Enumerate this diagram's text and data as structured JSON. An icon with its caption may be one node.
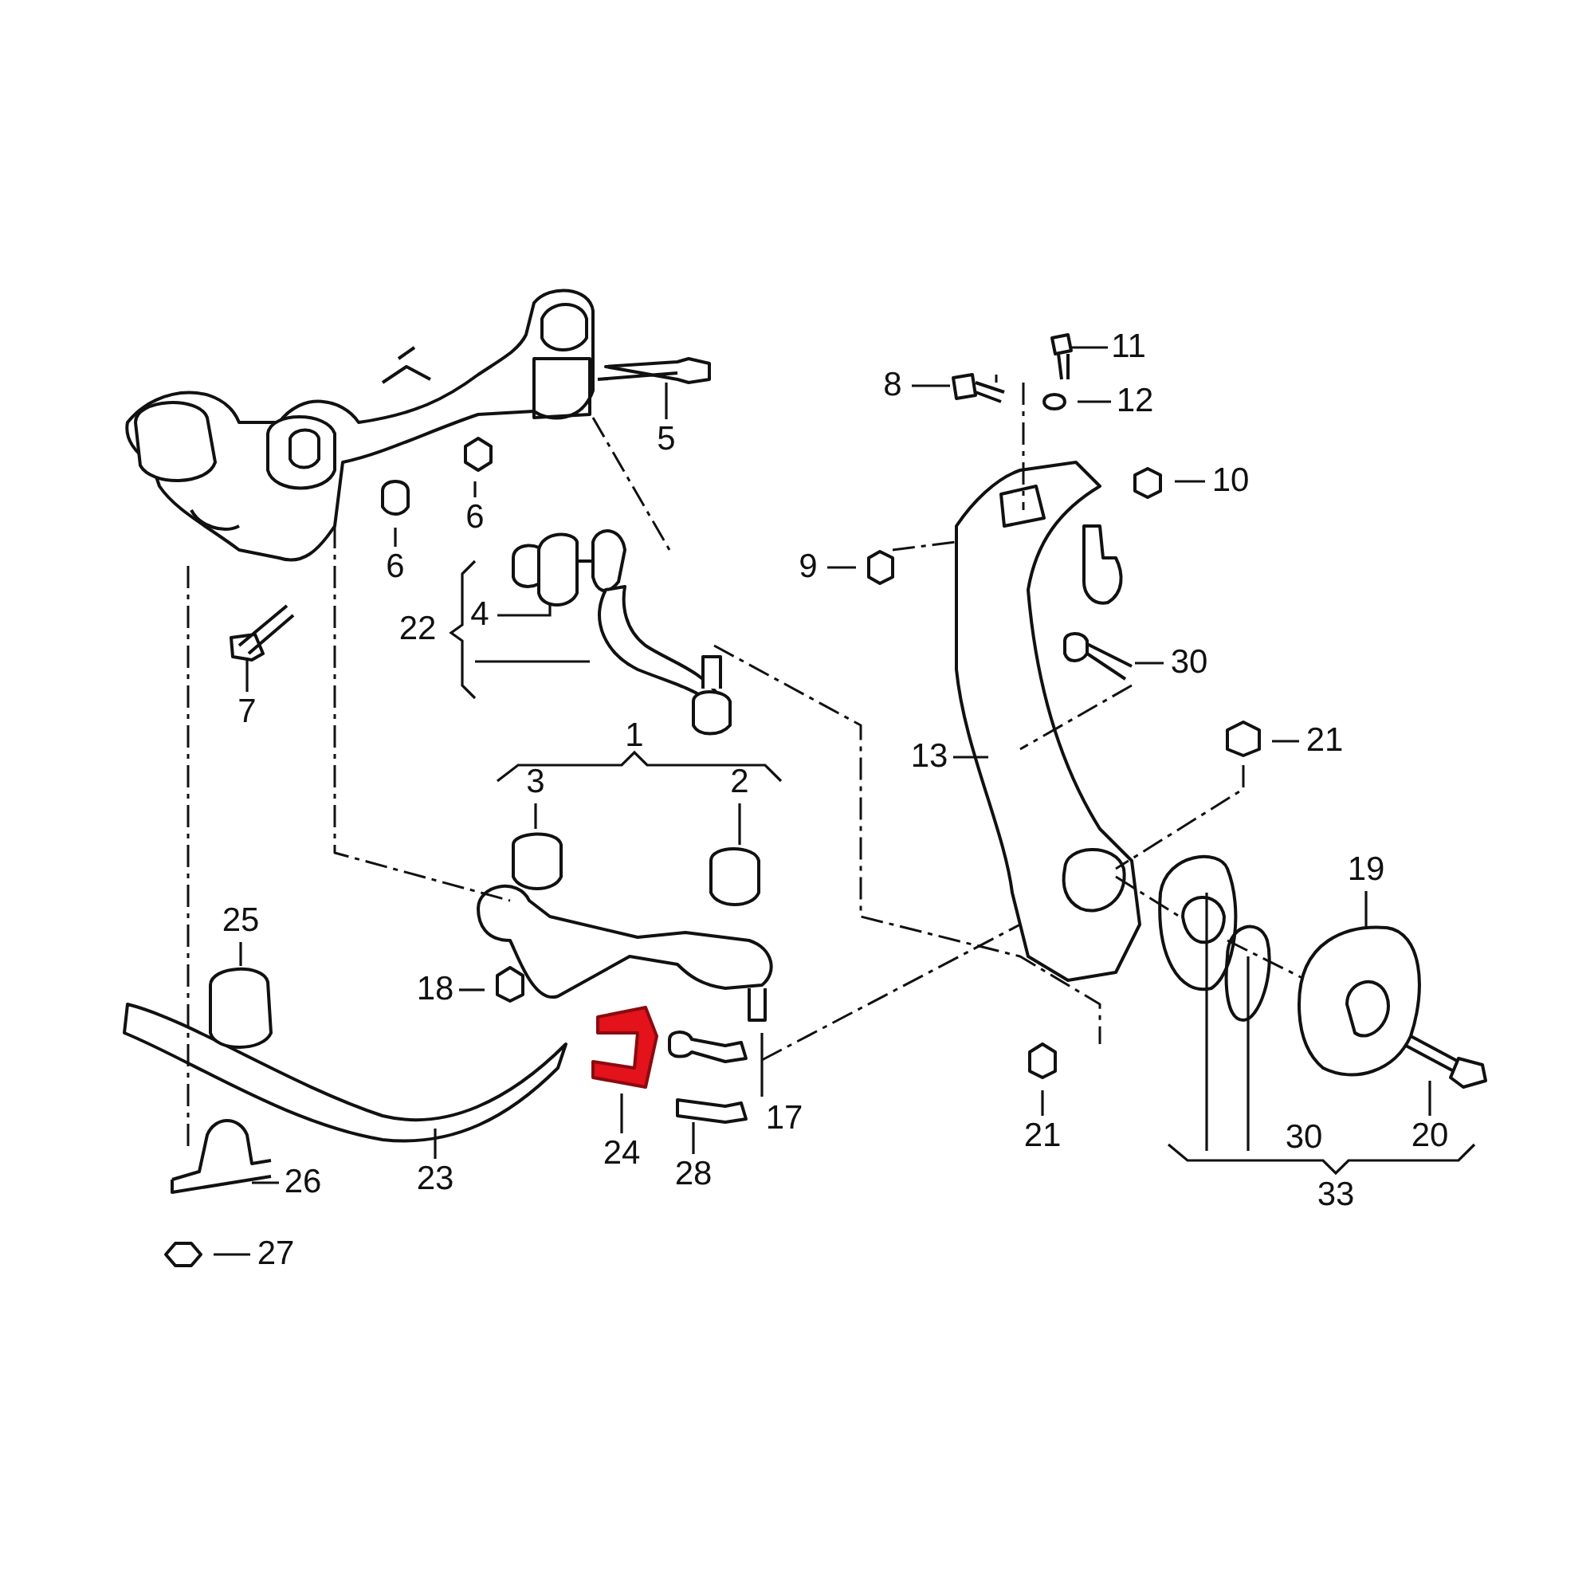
{
  "diagram": {
    "nodes": [
      {
        "text": [
          "11"
        ]
      },
      {
        "text": [
          "8"
        ]
      },
      {
        "text": [
          "12"
        ]
      },
      {
        "text": [
          "5"
        ]
      },
      {
        "text": [
          "10"
        ]
      },
      {
        "text": [
          "6"
        ]
      },
      {
        "text": [
          "6"
        ]
      },
      {
        "text": [
          "9"
        ]
      },
      {
        "text": [
          "4"
        ]
      },
      {
        "text": [
          "30"
        ]
      },
      {
        "text": [
          "7"
        ]
      },
      {
        "text": [
          "21"
        ]
      },
      {
        "text": [
          "13"
        ]
      },
      {
        "text": [
          "3"
        ]
      },
      {
        "text": [
          "2"
        ]
      },
      {
        "text": [
          "19"
        ]
      },
      {
        "text": [
          "25"
        ]
      },
      {
        "text": [
          "18"
        ]
      },
      {
        "text": [
          "17"
        ]
      },
      {
        "text": [
          "21"
        ]
      },
      {
        "text": [
          "24"
        ]
      },
      {
        "text": [
          "28"
        ]
      },
      {
        "text": [
          "20"
        ]
      },
      {
        "text": [
          "23"
        ]
      },
      {
        "text": [
          "26"
        ]
      },
      {
        "text": [
          "27"
        ]
      },
      {
        "text": [],
        "shape": "picture"
      }
    ],
    "edges": [
      {
        "from": 0,
        "to": null,
        "arrow": "none"
      },
      {
        "from": 1,
        "to": null,
        "arrow": "none"
      },
      {
        "from": 2,
        "to": null,
        "arrow": "none"
      },
      {
        "from": 3,
        "to": null,
        "arrow": "none"
      },
      {
        "from": 4,
        "to": null,
        "arrow": "none"
      },
      {
        "from": 5,
        "to": null,
        "arrow": "none"
      },
      {
        "from": 6,
        "to": null,
        "arrow": "none"
      },
      {
        "from": 7,
        "to": null,
        "arrow": "none"
      },
      {
        "from": 8,
        "to": null,
        "arrow": "none"
      },
      {
        "from": 9,
        "to": null,
        "arrow": "none"
      },
      {
        "from": 10,
        "to": null,
        "arrow": "none"
      },
      {
        "from": 11,
        "to": null,
        "arrow": "none"
      },
      {
        "from": 12,
        "to": null,
        "arrow": "none"
      },
      {
        "from": 13,
        "to": null,
        "arrow": "none"
      },
      {
        "from": 14,
        "to": null,
        "arrow": "none"
      },
      {
        "from": 15,
        "to": 26,
        "arrow": "none"
      },
      {
        "from": 16,
        "to": null,
        "arrow": "none"
      },
      {
        "from": 17,
        "to": null,
        "arrow": "none"
      },
      {
        "from": 18,
        "to": null,
        "arrow": "none"
      },
      {
        "from": 19,
        "to": null,
        "arrow": "none"
      },
      {
        "from": 20,
        "to": null,
        "arrow": "none"
      },
      {
        "from": 21,
        "to": null,
        "arrow": "none"
      },
      {
        "from": 22,
        "to": null,
        "arrow": "none"
      },
      {
        "from": 23,
        "to": null,
        "arrow": "none"
      },
      {
        "from": 24,
        "to": null,
        "arrow": "none"
      },
      {
        "from": 25,
        "to": null,
        "arrow": "none"
      }
    ],
    "labels": [
      "22",
      "1",
      "30",
      "33"
    ]
  }
}
